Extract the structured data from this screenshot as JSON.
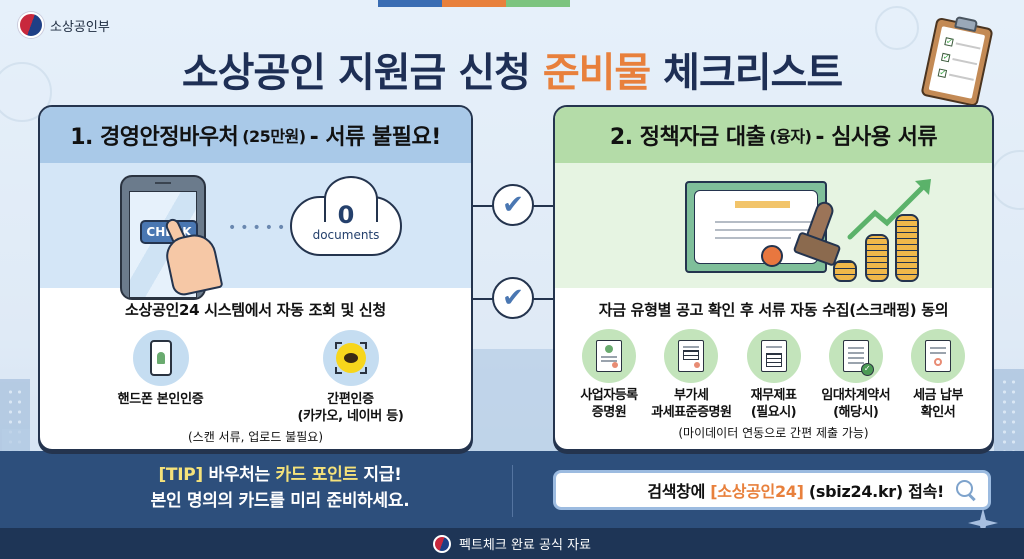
{
  "colors": {
    "top_bar": [
      "#3a6db3",
      "#e8803c",
      "#7cc47f"
    ],
    "title_dark": "#1e2f55",
    "title_accent": "#e8803c",
    "card1_header": "#a9c9e8",
    "card2_header": "#b4dca8",
    "bottom_band": "#2d4f7c",
    "footer_bg": "#1e3556",
    "tip_highlight": "#f5e27a"
  },
  "header": {
    "org_name": "소상공인부",
    "title_part1": "소상공인 지원금 신청 ",
    "title_highlight": "준비물",
    "title_part2": " 체크리스트"
  },
  "card1": {
    "heading_main": "1. 경영안정바우처",
    "heading_small": "(25만원)",
    "heading_tail": "- 서류 불필요!",
    "illustration": {
      "button_label": "CHECK",
      "cloud_count": "0",
      "cloud_label": "documents"
    },
    "subtitle": "소상공인24 시스템에서 자동 조회 및 신청",
    "methods": [
      {
        "icon": "phone-id-icon",
        "label_line1": "핸드폰 본인인증",
        "label_line2": ""
      },
      {
        "icon": "kakao-chat-icon",
        "label_line1": "간편인증",
        "label_line2": "(카카오, 네이버 등)"
      }
    ],
    "note": "(스캔 서류, 업로드 불필요)"
  },
  "card2": {
    "heading_main": "2. 정책자금 대출",
    "heading_small": "(융자)",
    "heading_tail": "- 심사용 서류",
    "subtitle": "자금 유형별 공고 확인 후 서류 자동 수집(스크래핑) 동의",
    "documents": [
      {
        "icon": "business-registration-doc-icon",
        "line1": "사업자등록",
        "line2": "증명원"
      },
      {
        "icon": "vat-doc-icon",
        "line1": "부가세",
        "line2": "과세표준증명원"
      },
      {
        "icon": "financial-statement-doc-icon",
        "line1": "재무제표",
        "line2": "(필요시)"
      },
      {
        "icon": "lease-contract-doc-icon",
        "line1": "임대차계약서",
        "line2": "(해당시)"
      },
      {
        "icon": "tax-payment-doc-icon",
        "line1": "세금 납부",
        "line2": "확인서"
      }
    ],
    "note": "(마이데이터 연동으로 간편 제출 가능)"
  },
  "connectors": {
    "check_symbol": "✔"
  },
  "tip": {
    "prefix": "[TIP]",
    "text1": " 바우처는 ",
    "highlight": "카드 포인트",
    "text2": " 지급!",
    "line2": "본인 명의의 카드를 미리 준비하세요."
  },
  "search": {
    "prefix": "검색창에 ",
    "highlight": "[소상공인24]",
    "suffix": " (sbiz24.kr) 접속!"
  },
  "footer": {
    "text": "펙트체크 완료 공식 자료"
  }
}
